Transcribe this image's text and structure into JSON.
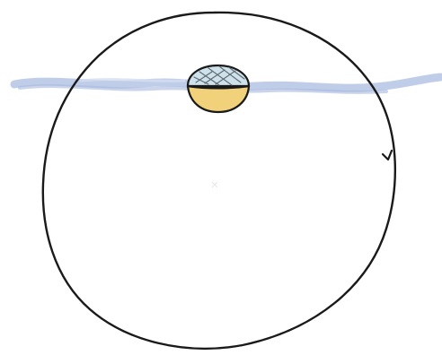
{
  "diagram": {
    "background_color": "#ffffff",
    "outline_color": "#1a1a1a",
    "band_color": "#b9c8e6",
    "ball_fill_color": "#f1d27a",
    "cap_fill_color": "#cfe1ea",
    "icons": [
      "large-orbit-circle",
      "horizontal-blue-band",
      "small-ball-with-cap",
      "direction-arrow-icon"
    ]
  }
}
